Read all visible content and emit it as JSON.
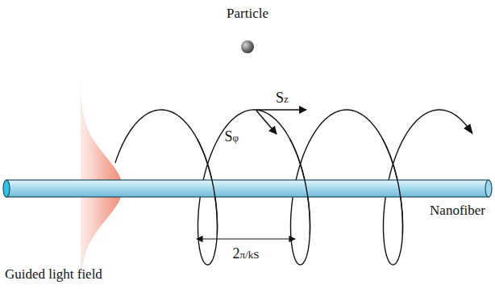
{
  "diagram": {
    "labels": [
      "Particle",
      "Sz",
      "Sφ",
      "Nanofiber",
      "2π/kS",
      "Guided light field"
    ]
  }
}
